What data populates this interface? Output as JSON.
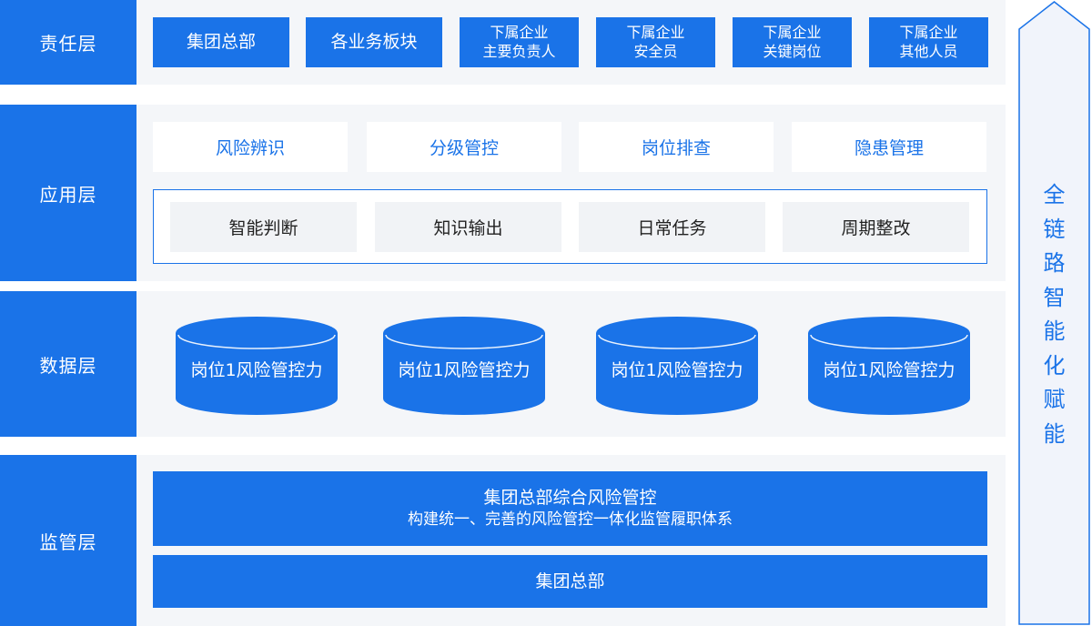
{
  "layers": {
    "responsibility": {
      "label": "责任层",
      "items": [
        {
          "lines": [
            "集团总部"
          ]
        },
        {
          "lines": [
            "各业务板块"
          ]
        },
        {
          "lines": [
            "下属企业",
            "主要负责人"
          ]
        },
        {
          "lines": [
            "下属企业",
            "安全员"
          ]
        },
        {
          "lines": [
            "下属企业",
            "关键岗位"
          ]
        },
        {
          "lines": [
            "下属企业",
            "其他人员"
          ]
        }
      ]
    },
    "application": {
      "label": "应用层",
      "top_items": [
        "风险辨识",
        "分级管控",
        "岗位排查",
        "隐患管理"
      ],
      "inner_items": [
        "智能判断",
        "知识输出",
        "日常任务",
        "周期整改"
      ]
    },
    "data": {
      "label": "数据层",
      "databases": [
        "岗位1风险管控力",
        "岗位1风险管控力",
        "岗位1风险管控力",
        "岗位1风险管控力"
      ]
    },
    "supervision": {
      "label": "监管层",
      "main_title": "集团总部综合风险管控",
      "main_subtitle": "构建统一、完善的风险管控一体化监管履职体系",
      "bottom_label": "集团总部"
    }
  },
  "side_arrow": {
    "chars": [
      "全",
      "链",
      "路",
      "智",
      "能",
      "化",
      "赋",
      "能"
    ]
  },
  "colors": {
    "accent": "#1a73e8",
    "panel_bg": "#f4f6f9",
    "arrow_fill": "#f1f4fb"
  }
}
